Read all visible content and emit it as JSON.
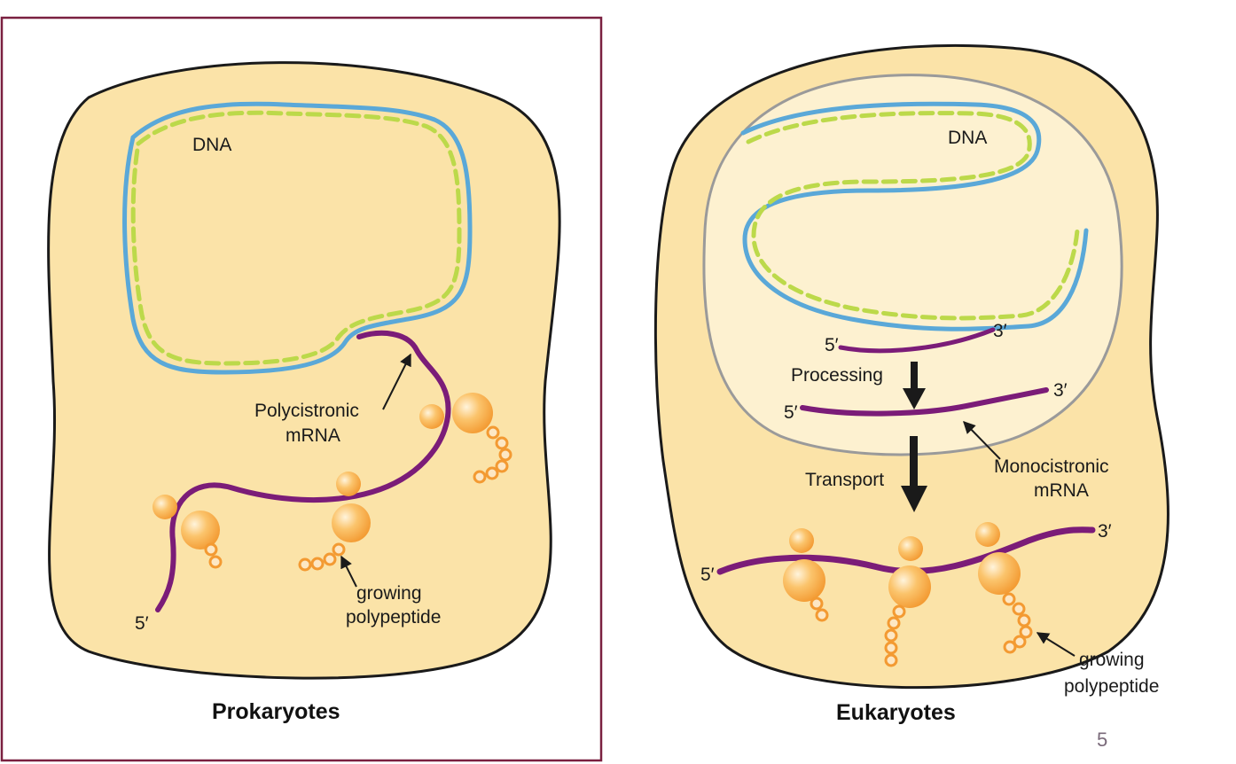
{
  "prokaryote": {
    "title": "Prokaryotes",
    "dna_label": "DNA",
    "mrna_label_line1": "Polycistronic",
    "mrna_label_line2": "mRNA",
    "five_prime": "5′",
    "polypeptide_line1": "growing",
    "polypeptide_line2": "polypeptide"
  },
  "eukaryote": {
    "title": "Eukaryotes",
    "dna_label": "DNA",
    "five_prime_nucleus": "5′",
    "three_prime_nucleus": "3′",
    "processing_label": "Processing",
    "five_prime_processed": "5′",
    "three_prime_processed": "3′",
    "transport_label": "Transport",
    "mrna_label_line1": "Monocistronic",
    "mrna_label_line2": "mRNA",
    "five_prime_cytoplasm": "5′",
    "three_prime_cytoplasm": "3′",
    "polypeptide_line1": "growing",
    "polypeptide_line2": "polypeptide"
  },
  "page_number": "5",
  "colors": {
    "cell_fill": "#fbe3a8",
    "cell_stroke": "#1a1a1a",
    "nucleus_fill": "#fdf1d0",
    "nucleus_stroke": "#9a9a9a",
    "mrna": "#7b1c78",
    "ribosome": "#f6a94a",
    "dna_blue": "#5aa8d8",
    "dna_green": "#bcd94a",
    "frame": "#7a2040"
  }
}
